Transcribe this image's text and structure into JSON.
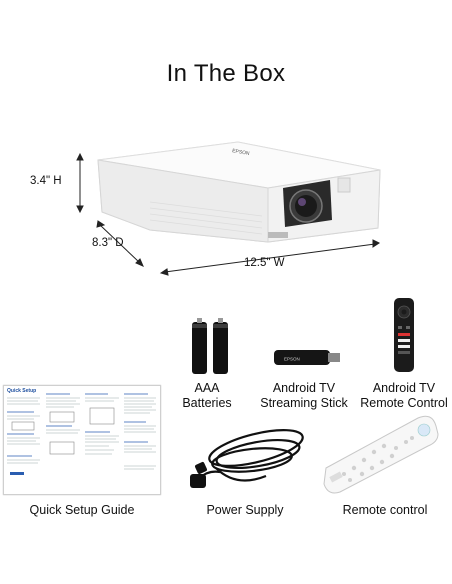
{
  "title": "In The Box",
  "dimensions": {
    "height": "3.4\" H",
    "depth": "8.3\" D",
    "width": "12.5\" W"
  },
  "projector_brand": "EPSON",
  "stick_brand": "EPSON",
  "items": [
    {
      "name": "batteries",
      "label": "AAA\nBatteries"
    },
    {
      "name": "streaming-stick",
      "label": "Android TV\nStreaming Stick"
    },
    {
      "name": "android-remote",
      "label": "Android TV\nRemote Control"
    },
    {
      "name": "quick-setup-guide",
      "label": "Quick Setup Guide"
    },
    {
      "name": "power-supply",
      "label": "Power Supply"
    },
    {
      "name": "remote-control",
      "label": "Remote control"
    }
  ],
  "guide": {
    "heading": "Quick Setup"
  }
}
